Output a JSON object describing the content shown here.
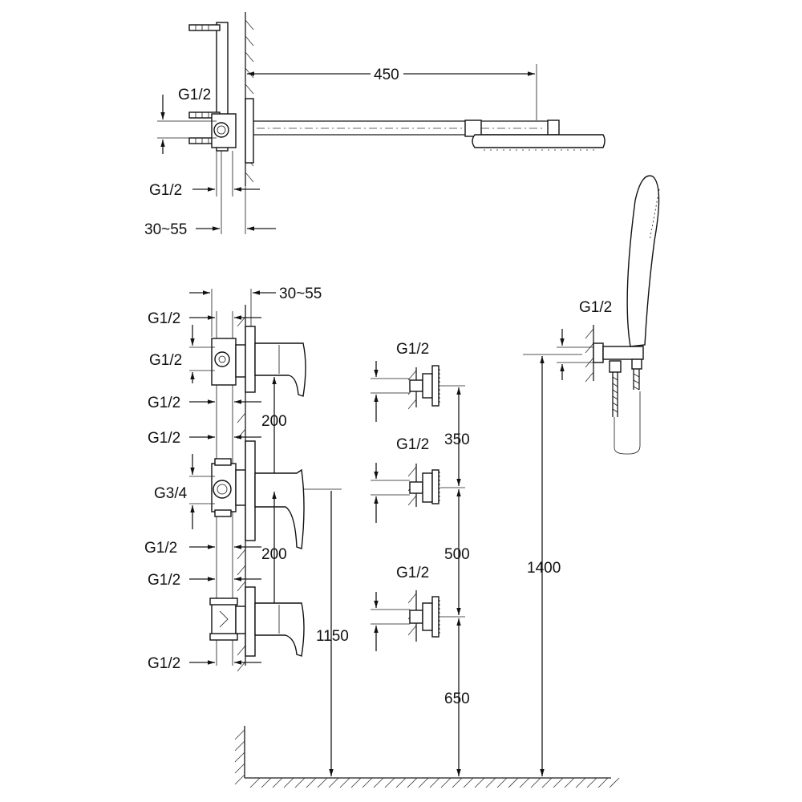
{
  "top_view": {
    "arm_length": "450",
    "thread_inlet": "G1/2",
    "thread_outlet": "G1/2",
    "wall_depth": "30~55"
  },
  "valves": {
    "wall_depth": "30~55",
    "valve1": {
      "top_thread": "G1/2",
      "side_thread": "G1/2",
      "bottom_thread": "G1/2"
    },
    "spacing_1_2": "200",
    "valve2": {
      "top_thread": "G1/2",
      "side_thread": "G3/4",
      "bottom_thread": "G1/2"
    },
    "spacing_2_3": "200",
    "valve3": {
      "top_thread": "G1/2",
      "bottom_thread": "G1/2"
    },
    "height_from_floor": "1150"
  },
  "body_jets": {
    "jet1_thread": "G1/2",
    "jet2_thread": "G1/2",
    "jet3_thread": "G1/2",
    "spacing_1_2": "350",
    "spacing_2_3": "500",
    "height_from_floor": "650"
  },
  "hand_shower": {
    "thread": "G1/2",
    "height_from_floor": "1400"
  }
}
